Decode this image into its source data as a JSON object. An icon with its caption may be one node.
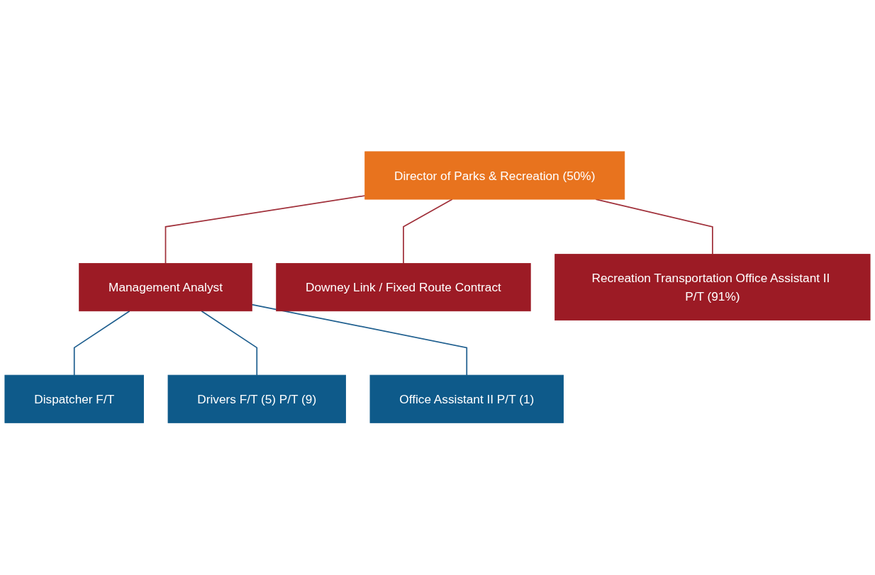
{
  "diagram": {
    "nodes": [
      {
        "text": [
          "Director of Parks & Recreation (50%)"
        ]
      },
      {
        "text": [
          "Management Analyst"
        ]
      },
      {
        "text": [
          "Downey Link / Fixed Route Contract"
        ]
      },
      {
        "text": [
          "Recreation Transportation Office Assistant II P/T (91%)"
        ]
      },
      {
        "text": [
          "Dispatcher F/T"
        ]
      },
      {
        "text": [
          "Drivers F/T (5) P/T (9)"
        ]
      },
      {
        "text": [
          "Office Assistant II P/T (1)"
        ]
      }
    ],
    "edges": [
      {
        "from": 0,
        "to": 1,
        "arrow": "none"
      },
      {
        "from": 0,
        "to": 2,
        "arrow": "none"
      },
      {
        "from": 0,
        "to": 3,
        "arrow": "none"
      },
      {
        "from": 1,
        "to": 4,
        "arrow": "none",
        "color": "#1f5f8f"
      },
      {
        "from": 1,
        "to": 5,
        "arrow": "none",
        "color": "#1f5f8f"
      },
      {
        "from": 1,
        "to": 6,
        "arrow": "none",
        "color": "#1f5f8f"
      }
    ]
  }
}
